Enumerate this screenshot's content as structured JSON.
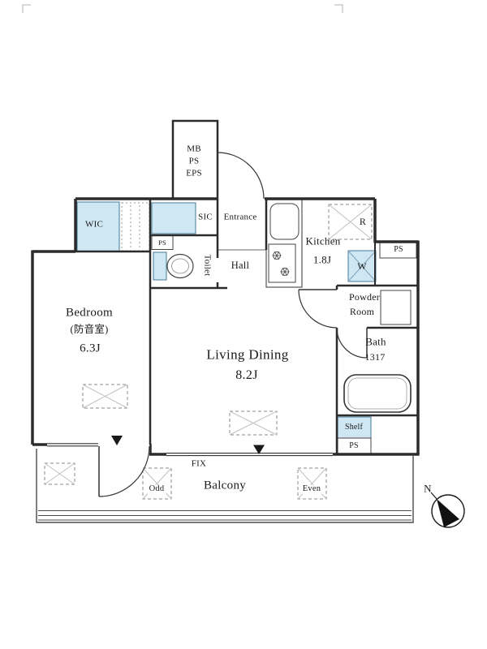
{
  "plan": {
    "shaft": {
      "mb": "MB",
      "ps": "PS",
      "eps": "EPS"
    },
    "storage": {
      "wic": "WIC",
      "sic": "SIC",
      "shelf": "Shelf"
    },
    "rooms": {
      "entrance": "Entrance",
      "hall": "Hall",
      "toilet": "Toilet",
      "kitchen": {
        "name": "Kitchen",
        "size": "1.8J"
      },
      "powder": {
        "line1": "Powder",
        "line2": "Room"
      },
      "bath": {
        "name": "Bath",
        "size": "1317"
      },
      "bedroom": {
        "name": "Bedroom",
        "note": "(防音室)",
        "size": "6.3J"
      },
      "living": {
        "name": "Living Dining",
        "size": "8.2J"
      },
      "balcony": "Balcony"
    },
    "fixtures": {
      "fridge": "R",
      "washer": "W"
    },
    "ps_labels": {
      "toilet": "PS",
      "top_right": "PS",
      "bottom": "PS"
    },
    "markers": {
      "fix": "FIX",
      "odd": "Odd",
      "even": "Even",
      "north": "N"
    }
  },
  "icons": {
    "toilet": "toilet-bowl-shape",
    "bathtub": "rounded-rect",
    "kitchen_sink": "rounded-rect",
    "stove_burner": "✳",
    "washer": "crossed-box",
    "window_marker": "▼",
    "north_arrow": "filled-wedge-toward-N"
  },
  "colors": {
    "wall": "#2b2b2b",
    "fixture_fill": "#cfe6f3",
    "fixture_stroke": "#4a7a96",
    "thin_line": "#444444",
    "dash_line": "#8a8a8a",
    "hatch": "#c0c0c0",
    "balcony_line": "#4a4a4a",
    "marker": "#1a1a1a"
  }
}
